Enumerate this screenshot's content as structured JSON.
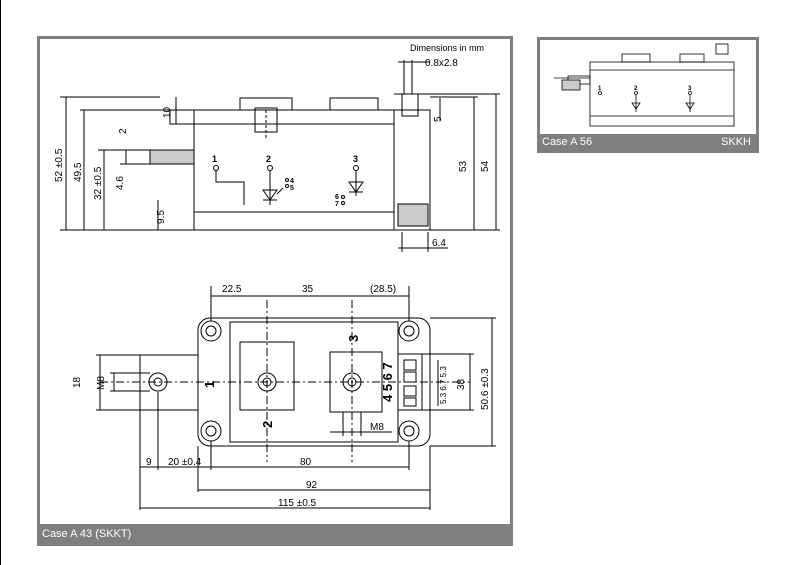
{
  "main_drawing": {
    "caption": "Case A 43 (SKKT)",
    "units_note": "Dimensions in mm",
    "side_view": {
      "dims": {
        "d_0_8x2_8": "0.8x2.8",
        "d_10": "10",
        "d_2": "2",
        "d_5": "5",
        "d_52": "52 ±0.5",
        "d_49_5": "49.5",
        "d_32": "32 ±0.5",
        "d_4_6": "4.6",
        "d_9_5": "9.5",
        "d_53": "53",
        "d_54": "54",
        "d_6_4": "6.4"
      },
      "pins": {
        "p1": "1",
        "p2": "2",
        "p3": "3",
        "p4": "4",
        "p5": "5",
        "p6": "6",
        "p7": "7"
      }
    },
    "top_view": {
      "dims": {
        "d_22_5": "22.5",
        "d_35": "35",
        "d_28_5": "(28.5)",
        "d_18": "18",
        "d_m8_left": "M8",
        "d_38": "38",
        "d_50_6": "50.6 ±0.3",
        "d_5_3_6_7_5_3": "5.3 6.7 5.3",
        "d_m8_bottom": "M8",
        "d_9": "9",
        "d_20": "20 ±0.4",
        "d_80": "80",
        "d_92": "92",
        "d_115": "115 ±0.5"
      },
      "terminals": {
        "t1": "1",
        "t2": "2",
        "t3": "3",
        "t4567": "4 5 6 7"
      }
    }
  },
  "small_drawing": {
    "caption_left": "Case A 56",
    "caption_right": "SKKH",
    "pins": {
      "p1": "1",
      "p2": "2",
      "p3": "3"
    }
  }
}
